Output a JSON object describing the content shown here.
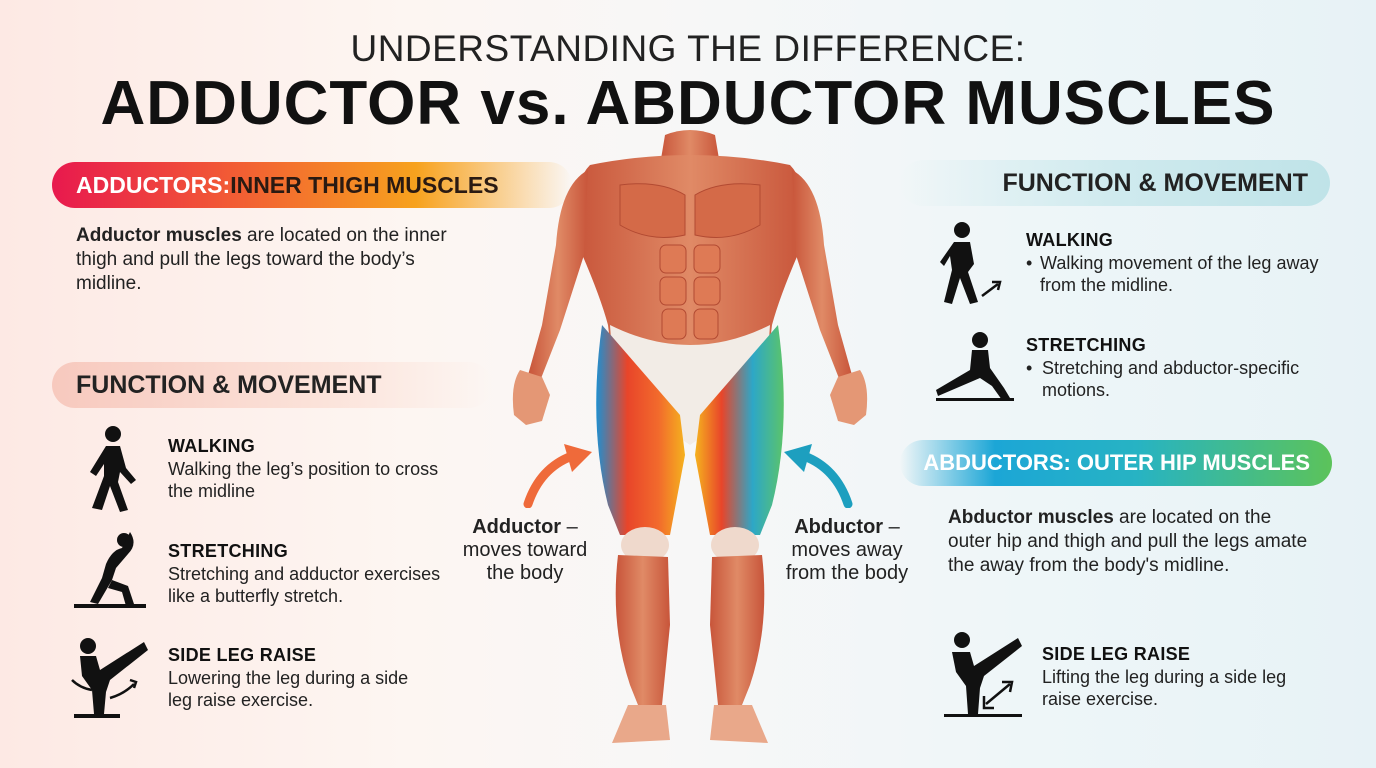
{
  "header": {
    "title_line1": "UNDERSTANDING THE DIFFERENCE:",
    "title_line2": "ADDUCTOR vs. ABDUCTOR MUSCLES"
  },
  "left": {
    "banner_prefix": "ADDUCTORS:",
    "banner_rest": " INNER THIGH MUSCLES",
    "desc_bold": "Adductor muscles",
    "desc_rest": " are located on the inner thigh and pull the legs toward the body’s midline.",
    "function_heading": "FUNCTION & MOVEMENT",
    "items": [
      {
        "title": "WALKING",
        "text": "Walking the leg’s position to cross the midline"
      },
      {
        "title": "STRETCHING",
        "text": "Stretching and adductor exercises like a butterfly stretch."
      },
      {
        "title": "SIDE LEG RAISE",
        "text": "Lowering the leg during a side leg raise exercise."
      }
    ]
  },
  "right": {
    "function_heading": "FUNCTION & MOVEMENT",
    "items": [
      {
        "title": "WALKING",
        "text": "Walking movement of the leg away from the midline."
      },
      {
        "title": "STRETCHING",
        "text": "Stretching and abductor-specific motions."
      }
    ],
    "banner": "ABDUCTORS: OUTER HIP MUSCLES",
    "desc_bold": "Abductor muscles",
    "desc_rest": " are located on the outer hip and thigh and pull the legs amate the away from the body's midline.",
    "item_bottom": {
      "title": "SIDE LEG RAISE",
      "text": "Lifting the leg during a side leg raise exercise."
    }
  },
  "center": {
    "adductor_label_bold": "Adductor",
    "adductor_label_dash": " –",
    "adductor_label_rest": "moves toward the body",
    "abductor_label_bold": "Abductor",
    "abductor_label_dash": " –",
    "abductor_label_rest": "moves away from the body"
  },
  "colors": {
    "adductor_banner": "#e8194e",
    "abductor_banner": "#1ca6d6",
    "muscle": "#d9714e",
    "adductor_arrow": "#ef6a3a",
    "abductor_arrow": "#1d9fbf"
  },
  "icons": [
    "walking-figure-icon",
    "lunge-stretch-icon",
    "side-leg-raise-icon",
    "walking-abduct-icon",
    "side-lunge-icon",
    "side-leg-raise-right-icon"
  ]
}
